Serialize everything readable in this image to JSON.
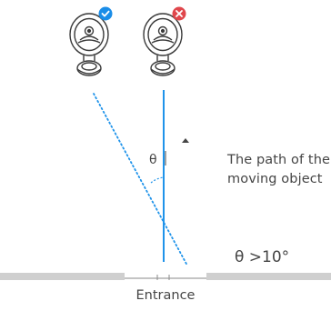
{
  "diagram": {
    "path_label_lines": [
      "The path of the",
      "moving object"
    ],
    "theta_symbol": "θ",
    "angle_readout": "θ >10°",
    "entrance_label": "Entrance"
  },
  "cameras": [
    {
      "name": "left",
      "status": "correct",
      "badge_color": "#1a8de8",
      "badge_icon": "check-icon"
    },
    {
      "name": "right",
      "status": "incorrect",
      "badge_color": "#e0474c",
      "badge_icon": "cross-icon"
    }
  ],
  "colors": {
    "path_line": "#1f93ea",
    "camera_outline": "#3a3a3a",
    "wall": "#cfcfcf",
    "text": "#454545"
  }
}
